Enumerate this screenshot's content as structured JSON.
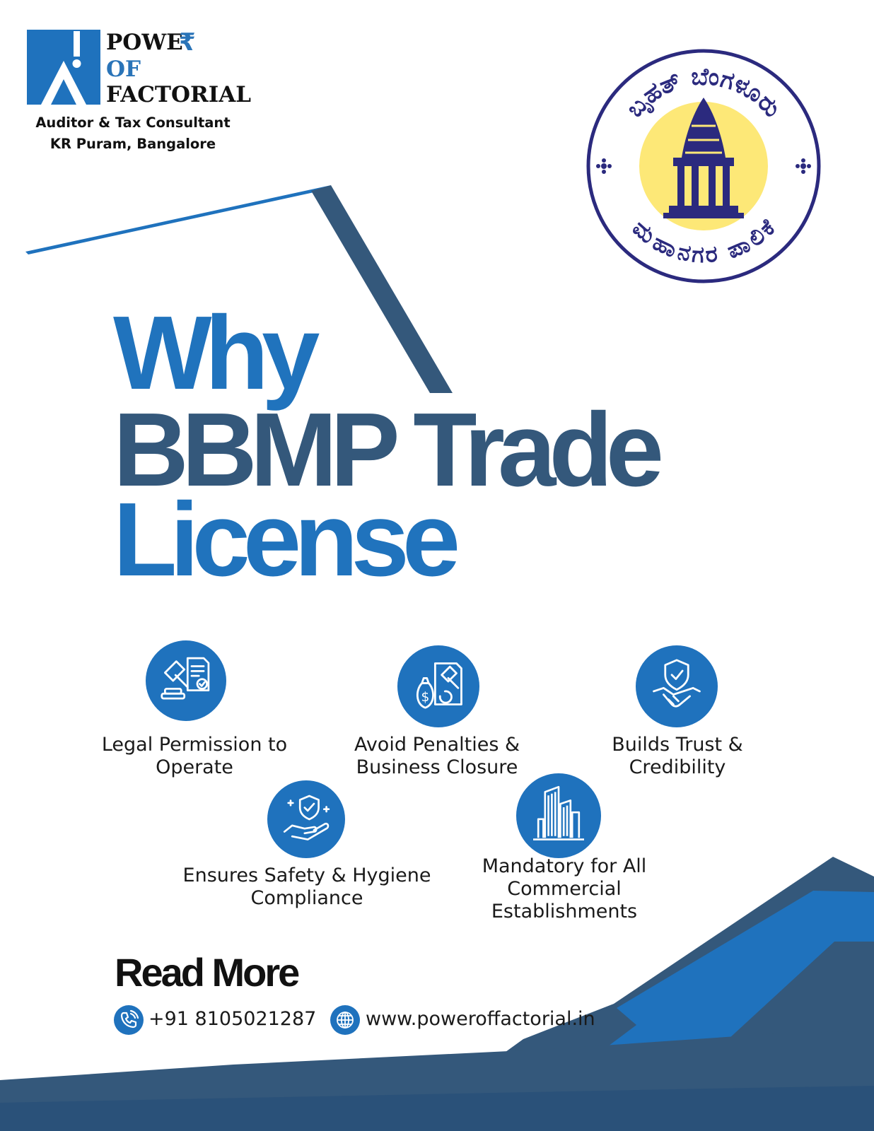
{
  "brand": {
    "logo_line1": "POWE",
    "logo_rupee": "₹",
    "logo_line2": "OF",
    "logo_line3": "FACTORIAL",
    "tagline": "Auditor & Tax Consultant",
    "location": "KR Puram, Bangalore",
    "colors": {
      "primary_blue": "#2073bd",
      "slate_blue": "#34587b",
      "text_dark": "#111111",
      "seal_yellow": "#fde877",
      "seal_navy": "#2b2a7e"
    }
  },
  "seal": {
    "top_arc_text": "ಬೃಹತ್ ಬೆಂಗಳೂರು",
    "bottom_arc_text": "ಮಹಾನಗರ ಪಾಲಿಕೆ",
    "icon": "temple-emblem-icon"
  },
  "headline": {
    "line1": "Why",
    "line2": "BBMP Trade",
    "line3": "License"
  },
  "features": [
    {
      "label": "Legal Permission to\nOperate",
      "icon": "gavel-document-icon"
    },
    {
      "label": "Avoid Penalties &\nBusiness Closure",
      "icon": "money-bag-gavel-icon"
    },
    {
      "label": "Builds Trust &\nCredibility",
      "icon": "shield-handshake-icon"
    },
    {
      "label": "Ensures Safety & Hygiene\nCompliance",
      "icon": "hand-shield-icon"
    },
    {
      "label": "Mandatory for All\nCommercial\nEstablishments",
      "icon": "buildings-icon"
    }
  ],
  "cta": {
    "read_more": "Read More"
  },
  "contact": {
    "phone": "+91 8105021287",
    "website": "www.poweroffactorial.in",
    "phone_icon": "phone-icon",
    "web_icon": "globe-icon"
  }
}
